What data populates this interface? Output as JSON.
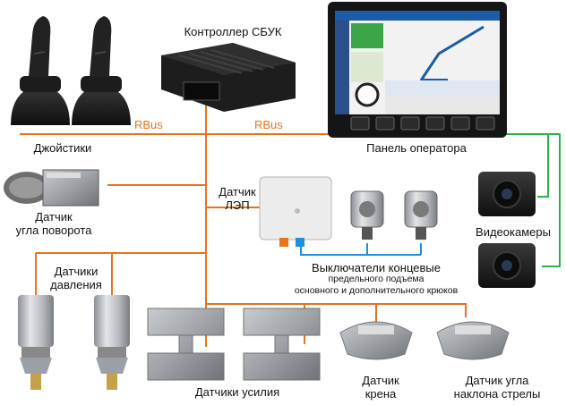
{
  "labels": {
    "controller": "Контроллер СБУК",
    "joysticks": "Джойстики",
    "rbus_left": "RBus",
    "rbus_right": "RBus",
    "operator_panel": "Панель оператора",
    "rotation_sensor_line1": "Датчик",
    "rotation_sensor_line2": "угла поворота",
    "lep_line1": "Датчик",
    "lep_line2": "ЛЭП",
    "pressure_line1": "Датчики",
    "pressure_line2": "давления",
    "video_cameras": "Видеокамеры",
    "limit_switches_title": "Выключатели концевые",
    "limit_switches_sub1": "предельного подъема",
    "limit_switches_sub2": "основного и дополнительного крюков",
    "load_cells": "Датчики усилия",
    "roll_line1": "Датчик",
    "roll_line2": "крена",
    "boom_line1": "Датчик угла",
    "boom_line2": "наклона стрелы"
  },
  "colors": {
    "rbus_line": "#e8731c",
    "signal_line": "#1f8fd6",
    "video_line": "#2bb24c"
  }
}
